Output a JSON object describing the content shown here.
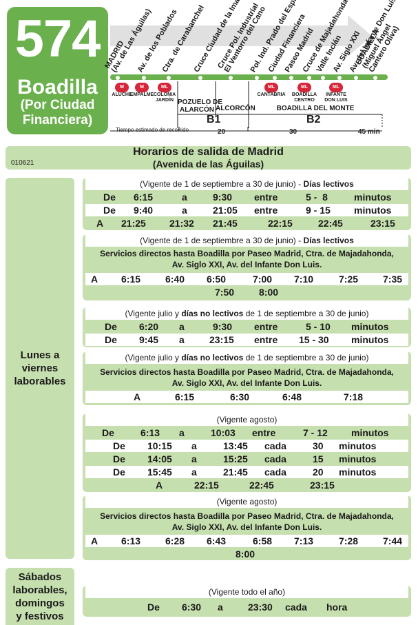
{
  "line": {
    "number": "574",
    "destination": "Boadilla",
    "sub1": "(Por Ciudad",
    "sub2": "Financiera)"
  },
  "stops": [
    "MADRID\n(Av. de Las Águilas)",
    "Av. de los Poblados",
    "Ctra. de Carabanchel",
    "Cruce Ciudad de la Imagen",
    "Cruce Pol. Industrial\nEl Ventorro del Cano",
    "Pol. Ind. Prado del Espino",
    "Ciudad Financiera",
    "Paseo Madrid",
    "Cruce de Majadahonda",
    "Valle Inclán",
    "Av. Siglo XXI",
    "Av. del Infante Don Luis",
    "BOADILLA\n(Miguel Ángel\nCantero Oliva)"
  ],
  "metro": [
    "ALUCHE",
    "EMPALME",
    "COLONIA\nJARDÍN",
    "CANTABRIA",
    "BOADILLA\nCENTRO",
    "INFANTE\nDON LUIS"
  ],
  "zones": {
    "z1": "POZUELO DE\nALARCÓN",
    "z2": "ALCORCÓN",
    "z3": "BOADILLA DEL MONTE"
  },
  "tarifas": {
    "b1": "B1",
    "b2": "B2"
  },
  "tiempo": {
    "label": "Tiempo estimado de recorrido",
    "t1": "20",
    "t2": "30",
    "t3": "45 min"
  },
  "header": {
    "title": "Horarios de salida de Madrid",
    "subtitle": "(Avenida de las Águilas)",
    "code": "010621"
  },
  "side": {
    "weekdays": "Lunes a\nviernes\nlaborables",
    "weekend": "Sábados\nlaborables,\ndomingos\ny festivos"
  },
  "p1": {
    "vig_a": "(Vigente de 1 de septiembre a 30 de junio) - ",
    "vig_b": "Días lectivos",
    "r1": [
      "De",
      "6:15",
      "a",
      "9:30",
      "entre",
      "5 -  8",
      "minutos"
    ],
    "r2": [
      "De",
      "9:40",
      "a",
      "21:05",
      "entre",
      "9 - 15",
      "minutos"
    ],
    "r3": [
      "A",
      "21:25",
      "21:32",
      "21:45",
      "22:15",
      "22:45",
      "23:15"
    ]
  },
  "p2": {
    "vig_a": "(Vigente de 1 de septiembre a 30 de junio) - ",
    "vig_b": "Días lectivos",
    "svc1": "Servicios directos hasta Boadilla por Paseo Madrid, Ctra. de Majadahonda,",
    "svc2": "Av. Siglo XXI, Av. del Infante Don Luis.",
    "r1": [
      "A",
      "6:15",
      "6:40",
      "6:50",
      "7:00",
      "7:10",
      "7:25",
      "7:35"
    ],
    "r2": [
      "7:50",
      "8:00"
    ]
  },
  "p3": {
    "vig_a": "(Vigente julio y ",
    "vig_b": "días no lectivos",
    "vig_c": " de 1 de septiembre a 30 de junio)",
    "r1": [
      "De",
      "6:20",
      "a",
      "9:30",
      "entre",
      "5 - 10",
      "minutos"
    ],
    "r2": [
      "De",
      "9:45",
      "a",
      "23:15",
      "entre",
      "15 - 30",
      "minutos"
    ]
  },
  "p4": {
    "vig_a": "(Vigente julio y ",
    "vig_b": "días no lectivos",
    "vig_c": " de 1 de septiembre a 30 de junio)",
    "svc1": "Servicios directos hasta Boadilla por Paseo Madrid, Ctra. de Majadahonda,",
    "svc2": "Av. Siglo XXI, Av. del Infante Don Luis.",
    "r1": [
      "A",
      "6:15",
      "6:30",
      "6:48",
      "7:18"
    ]
  },
  "p5": {
    "vig": "(Vigente agosto)",
    "r1": [
      "De",
      "6:13",
      "a",
      "10:03",
      "entre",
      "7 - 12",
      "minutos"
    ],
    "r2": [
      "De",
      "10:15",
      "a",
      "13:45",
      "cada",
      "30",
      "minutos"
    ],
    "r3": [
      "De",
      "14:05",
      "a",
      "15:25",
      "cada",
      "15",
      "minutos"
    ],
    "r4": [
      "De",
      "15:45",
      "a",
      "21:45",
      "cada",
      "20",
      "minutos"
    ],
    "r5": [
      "A",
      "22:15",
      "22:45",
      "23:15"
    ]
  },
  "p6": {
    "vig": "(Vigente agosto)",
    "svc1": "Servicios directos hasta Boadilla por Paseo Madrid, Ctra. de Majadahonda,",
    "svc2": "Av. Siglo XXI, Av. del Infante Don Luis.",
    "r1": [
      "A",
      "6:13",
      "6:28",
      "6:43",
      "6:58",
      "7:13",
      "7:28",
      "7:44"
    ],
    "r2": [
      "8:00"
    ]
  },
  "p7": {
    "vig": "(Vigente todo el año)",
    "r1": [
      "De",
      "6:30",
      "a",
      "23:30",
      "cada",
      "hora"
    ]
  },
  "colors": {
    "green": "#6ab04c",
    "light_green": "#c6dfae",
    "metro_red": "#d6263a"
  }
}
